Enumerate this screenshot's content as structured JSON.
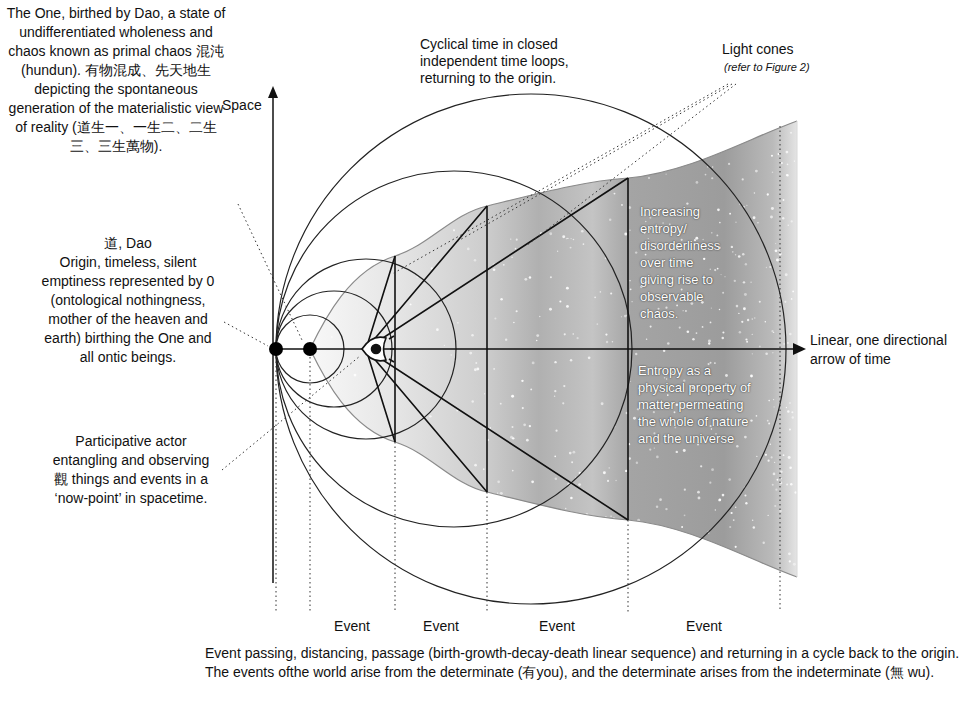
{
  "diagram": {
    "nodes": [
      {
        "text": [
          "Increasing entropy/ disorderliness over time giving rise to observable chaos.",
          "Entropy as a physical property of matter permeating the whole of nature and the universe"
        ]
      }
    ],
    "labels": [
      "The One, birthed by Dao, a state of undifferentiated wholeness and chaos known as primal chaos 混沌 (hundun). 有物混成、先天地生 depicting the spontaneous generation of the materialistic view of reality (道生一、一生二、二生三、三生萬物).",
      "Cyclical time in closed independent time loops, returning to the origin.",
      "Light cones",
      "(refer to Figure 2)",
      "Space",
      "道, Dao",
      "Origin, timeless, silent emptiness represented by 0 (ontological nothingness, mother of the heaven and earth) birthing the One and all ontic beings.",
      "Linear, one directional arrow of time",
      "Participative actor entangling and observing 觀 things and events in a ‘now-point’ in spacetime.",
      "Event",
      "Event",
      "Event",
      "Event",
      "Event passing, distancing, passage (birth-growth-decay-death linear sequence) and returning in a cycle back to the origin. The events ofthe world arise from the determinate (有you), and the determinate arises from the indeterminate (無 wu)."
    ]
  }
}
